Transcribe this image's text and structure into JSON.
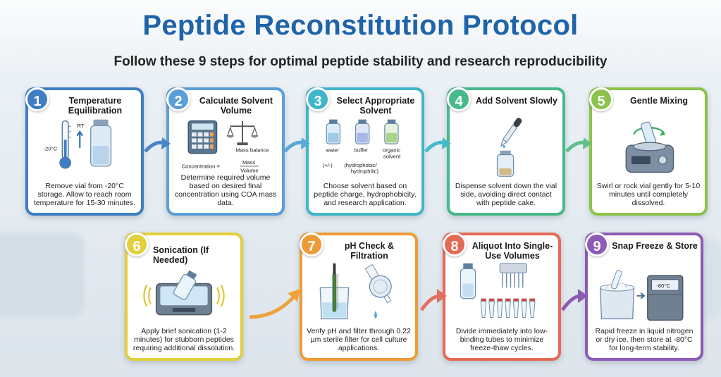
{
  "header": {
    "title": "Peptide Reconstitution Protocol",
    "subtitle": "Follow these 9 steps for optimal peptide stability and research reproducibility"
  },
  "steps": [
    {
      "number": "1",
      "title": "Temperature Equilibration",
      "description": "Remove vial from -20°C storage. Allow to reach room temperature for 15-30 minutes.",
      "color": "#3f7ec4",
      "labels": {
        "temp": "-20°C",
        "rt": "RT"
      }
    },
    {
      "number": "2",
      "title": "Calculate Solvent Volume",
      "description": "Determine required volume based on desired final concentration using COA mass data.",
      "color": "#5b9fd8",
      "labels": {
        "balance": "Mass balance",
        "concentration": "Concentration =",
        "mass": "Mass",
        "volume": "Volume"
      }
    },
    {
      "number": "3",
      "title": "Select Appropriate Solvent",
      "description": "Choose solvent based on peptide charge, hydrophobicity, and research application.",
      "color": "#3fb6c9",
      "labels": {
        "water": "water",
        "buffer": "buffer",
        "organic": "organic",
        "solvent": "solvent",
        "charge": "(+/-)",
        "hydrophobic": "(hydrophobic/",
        "hydrophilic": "hydrophilic)"
      }
    },
    {
      "number": "4",
      "title": "Add Solvent Slowly",
      "description": "Dispense solvent down the vial side, avoiding direct contact with peptide cake.",
      "color": "#47b98a"
    },
    {
      "number": "5",
      "title": "Gentle Mixing",
      "description": "Swirl or rock vial gently for 5-10 minutes until completely dissolved.",
      "color": "#8cc34a"
    },
    {
      "number": "6",
      "title": "Sonication (If Needed)",
      "description": "Apply brief sonication (1-2 minutes) for stubborn peptides requiring additional dissolution.",
      "color": "#e2cf3a"
    },
    {
      "number": "7",
      "title": "pH Check & Filtration",
      "description": "Verify pH and filter through 0.22 µm sterile filter for cell culture applications.",
      "color": "#ef9b35"
    },
    {
      "number": "8",
      "title": "Aliquot Into Single-Use Volumes",
      "description": "Divide immediately into low-binding tubes to minimize freeze-thaw cycles.",
      "color": "#e56a55"
    },
    {
      "number": "9",
      "title": "Snap Freeze & Store",
      "description": "Rapid freeze in liquid nitrogen or dry ice, then store at -80°C for long-term stability.",
      "color": "#8b5bb5",
      "labels": {
        "freezer": "-80°C"
      }
    }
  ],
  "arrow_colors": [
    "#4a86c7",
    "#5aa8d6",
    "#45bccb",
    "#62c08a",
    "#d8cd45",
    "#efa23c",
    "#e07060",
    "#8c5ab3"
  ]
}
